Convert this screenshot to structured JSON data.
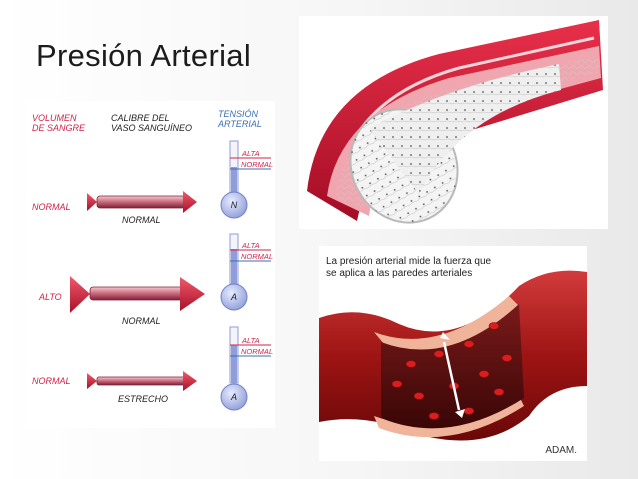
{
  "slide": {
    "title": "Presión Arterial"
  },
  "left_panel": {
    "headers": {
      "volume": [
        "VOLUMEN",
        "DE SANGRE"
      ],
      "caliber": [
        "CALIBRE DEL",
        "VASO SANGUÍNEO"
      ],
      "tension": [
        "TENSIÓN",
        "ARTERIAL"
      ]
    },
    "rows": [
      {
        "volume": "NORMAL",
        "caliber": "NORMAL",
        "gauge_letter": "N"
      },
      {
        "volume": "ALTO",
        "caliber": "NORMAL",
        "gauge_letter": "A"
      },
      {
        "volume": "NORMAL",
        "caliber": "ESTRECHO",
        "gauge_letter": "A"
      }
    ],
    "gauge_marks": {
      "alta": "ALTA",
      "normal": "NORMAL"
    }
  },
  "artery_long": {
    "caption": [
      "La presión arterial mide la fuerza que",
      "se aplica a las paredes arteriales"
    ],
    "brand": "ADAM."
  },
  "colors": {
    "vessel_red": "#c8102e",
    "label_red": "#d2234a",
    "label_blue": "#3b6fb3"
  }
}
